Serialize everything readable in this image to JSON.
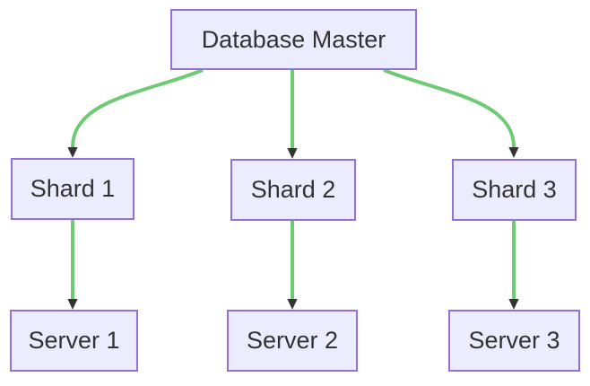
{
  "diagram": {
    "type": "flowchart",
    "direction": "top-down",
    "nodes": {
      "master": {
        "label": "Database Master"
      },
      "shard1": {
        "label": "Shard 1"
      },
      "shard2": {
        "label": "Shard 2"
      },
      "shard3": {
        "label": "Shard 3"
      },
      "server1": {
        "label": "Server 1"
      },
      "server2": {
        "label": "Server 2"
      },
      "server3": {
        "label": "Server 3"
      }
    },
    "edges": [
      {
        "from": "master",
        "to": "shard1"
      },
      {
        "from": "master",
        "to": "shard2"
      },
      {
        "from": "master",
        "to": "shard3"
      },
      {
        "from": "shard1",
        "to": "server1"
      },
      {
        "from": "shard2",
        "to": "server2"
      },
      {
        "from": "shard3",
        "to": "server3"
      }
    ],
    "colors": {
      "background": "#FFFFFF",
      "node_fill": "#ECECFF",
      "node_border": "#9370DB",
      "edge_stroke": "#6FCA74",
      "arrowhead": "#333333",
      "text": "#333333"
    }
  }
}
